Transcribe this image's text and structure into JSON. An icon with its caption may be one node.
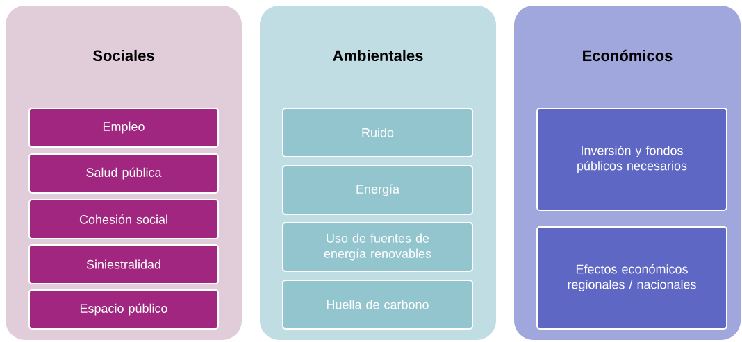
{
  "diagram": {
    "nodes": [
      {
        "text": [
          "Sociales"
        ]
      },
      {
        "text": [
          "Empleo"
        ],
        "in": 0
      },
      {
        "text": [
          "Salud pública"
        ],
        "in": 0
      },
      {
        "text": [
          "Cohesión social"
        ],
        "in": 0
      },
      {
        "text": [
          "Siniestralidad"
        ],
        "in": 0
      },
      {
        "text": [
          "Espacio público"
        ],
        "in": 0
      },
      {
        "text": [
          "Ambientales"
        ]
      },
      {
        "text": [
          "Ruido"
        ],
        "in": 6
      },
      {
        "text": [
          "Energía"
        ],
        "in": 6
      },
      {
        "text": [
          "Uso de fuentes de energía renovables"
        ],
        "in": 6
      },
      {
        "text": [
          "Huella de carbono"
        ],
        "in": 6
      },
      {
        "text": [
          "Económicos"
        ]
      },
      {
        "text": [
          "Inversión y fondos públicos necesarios"
        ],
        "in": 11
      },
      {
        "text": [
          "Efectos económicos regionales / nacionales"
        ],
        "in": 11
      }
    ]
  }
}
